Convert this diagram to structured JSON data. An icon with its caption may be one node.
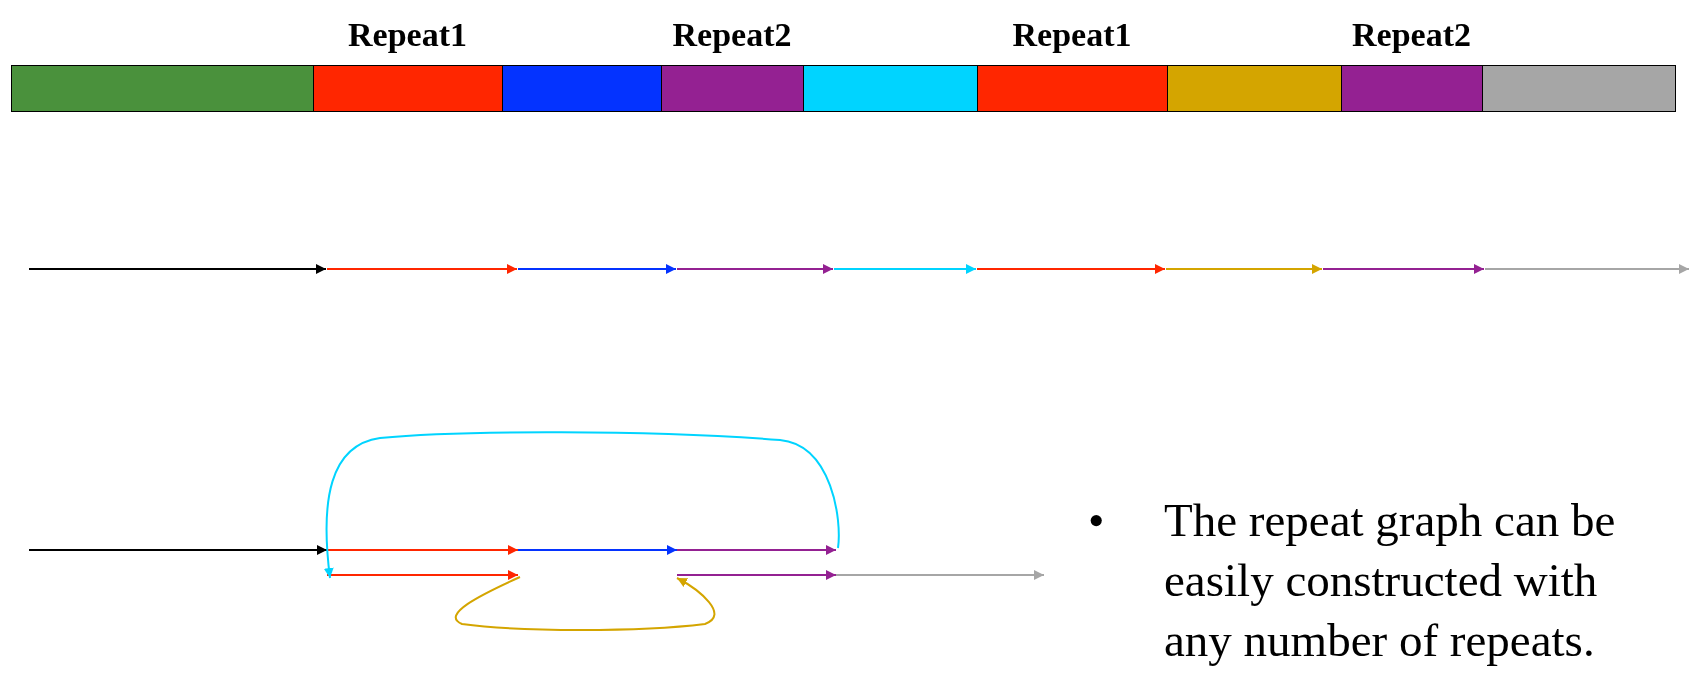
{
  "diagram": {
    "nodes": [
      {
        "text": [],
        "shape": "bar"
      },
      {
        "text": [],
        "shape": "bar",
        "beside": [
          "Repeat1"
        ]
      },
      {
        "text": [],
        "shape": "bar"
      },
      {
        "text": [],
        "shape": "bar",
        "beside": [
          "Repeat2"
        ]
      },
      {
        "text": [],
        "shape": "bar"
      },
      {
        "text": [],
        "shape": "bar",
        "beside": [
          "Repeat1"
        ]
      },
      {
        "text": [],
        "shape": "bar"
      },
      {
        "text": [],
        "shape": "bar",
        "beside": [
          "Repeat2"
        ]
      },
      {
        "text": [],
        "shape": "bar"
      }
    ],
    "labels": [
      "•",
      "The repeat graph can be easily constructed with any number of repeats."
    ]
  }
}
